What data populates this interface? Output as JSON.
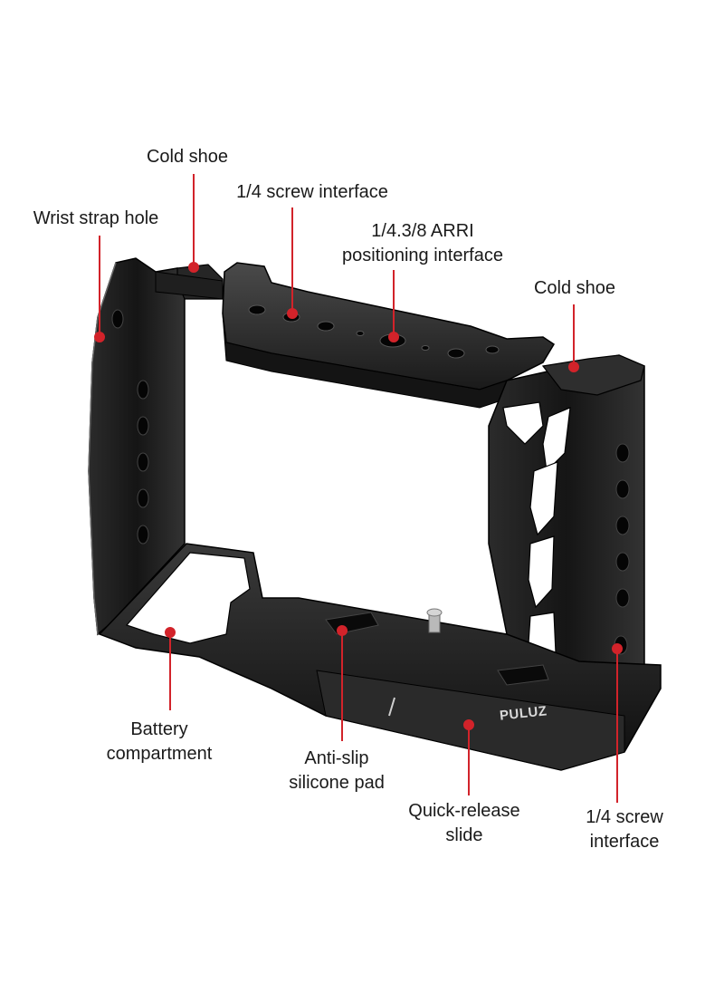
{
  "labels": {
    "cold_shoe_left": "Cold shoe",
    "screw_top": "1/4 screw interface",
    "wrist_strap": "Wrist strap hole",
    "arri_line1": "1/4.3/8 ARRI",
    "arri_line2": "positioning interface",
    "cold_shoe_right": "Cold shoe",
    "battery_line1": "Battery",
    "battery_line2": "compartment",
    "antislip_line1": "Anti-slip",
    "antislip_line2": "silicone pad",
    "quick_line1": "Quick-release",
    "quick_line2": "slide",
    "screw_side_line1": "1/4 screw",
    "screw_side_line2": "interface"
  },
  "brand": "PULUZ",
  "colors": {
    "leader": "#d2232a",
    "text": "#1a1a1a",
    "metal_dark": "#111111",
    "metal_mid": "#2a2a2a",
    "metal_light": "#4a4a4a"
  }
}
